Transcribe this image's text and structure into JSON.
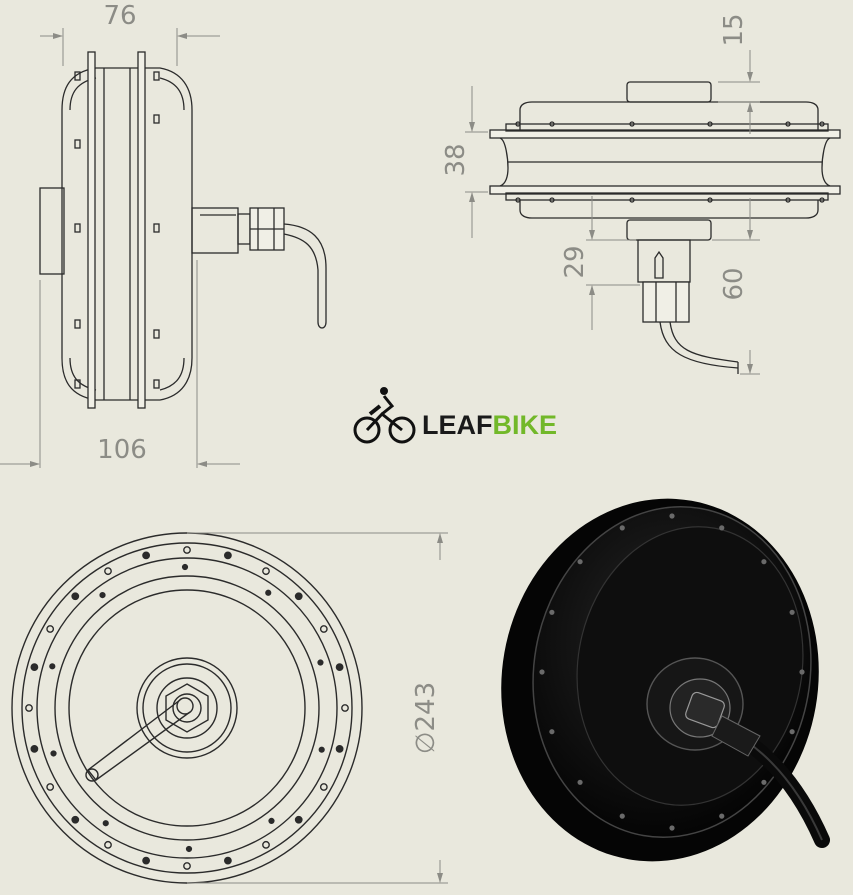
{
  "dimensions": {
    "width": "76",
    "length": "106",
    "flange_offset": "15",
    "stator_width": "38",
    "axle_inner": "29",
    "axle_total": "60",
    "diameter": "∅243"
  },
  "logo": {
    "part1": "LEAF",
    "part2": "BIKE",
    "colors": {
      "part1": "#1a1a1a",
      "part2": "#72b829"
    }
  },
  "colors": {
    "background": "#e9e8dd",
    "line": "#2b2b2b",
    "dimension": "#8c8c86",
    "render_body": "#0c0c0c"
  }
}
